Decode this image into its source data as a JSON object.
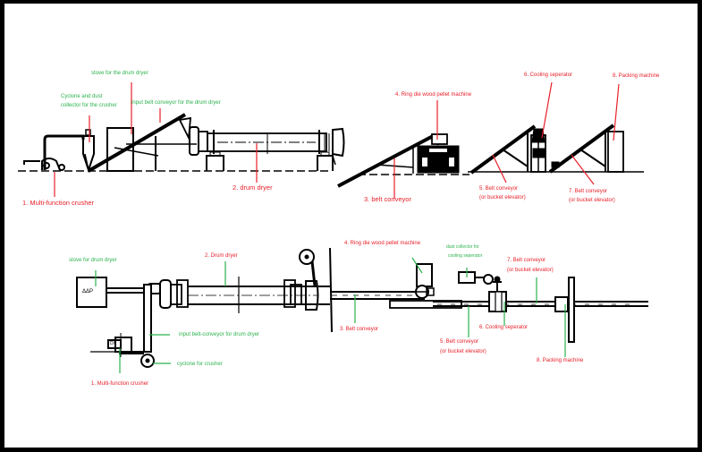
{
  "title": "Wood pellet production line layout",
  "colors": {
    "red_label": "#e8202a",
    "green_label": "#2bb24c",
    "line": "#000000"
  },
  "elevation_view": {
    "labels": {
      "stove": "stove for the drum dryer",
      "cyclone_line1": "Cyclone and dust",
      "cyclone_line2": "collector for the crusher",
      "input_conveyor": "input belt conveyor for the drum dryer",
      "crusher": "1. Multi-function crusher",
      "drum_dryer": "2. drum dryer",
      "belt_conveyor_3": "3. belt conveyor",
      "pellet_machine": "4. Ring die wood pellet machine",
      "belt_conveyor_5_line1": "5. Belt conveyor",
      "belt_conveyor_5_line2": "(or bucket elevator)",
      "cooling": "6. Cooling seperator",
      "belt_conveyor_7_line1": "7. Belt conveyor",
      "belt_conveyor_7_line2": "(or bucket elevator)",
      "packing": "8. Packing machine"
    }
  },
  "plan_view": {
    "labels": {
      "stove": "stove for drum dryer",
      "stove_box_text": "ΔΔΡ",
      "crusher_box_text": "D/",
      "drum_dryer": "2. Drum dryer",
      "input_conveyor": "input belt-conveyor for drum dryer",
      "cyclone": "cyclone for crusher",
      "crusher": "1. Multi-function crusher",
      "belt_conveyor_3": "3. Belt conveyor",
      "pellet_machine": "4. Ring die wood pellet machine",
      "dust_collector_line1": "dust collector for",
      "dust_collector_line2": "cooling seperator",
      "belt_conveyor_5_line1": "5. Belt conveyor",
      "belt_conveyor_5_line2": "(or bucket elevator)",
      "cooling": "6. Cooling seperator",
      "belt_conveyor_7_line1": "7. Belt conveyor",
      "belt_conveyor_7_line2": "(or bucket elevator)",
      "packing": "8. Packing machine"
    }
  }
}
